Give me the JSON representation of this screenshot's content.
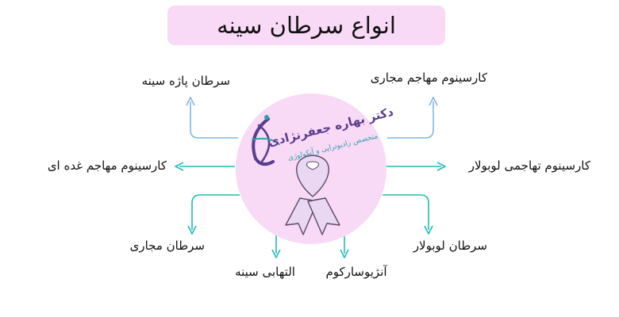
{
  "title": "انواع سرطان سینه",
  "center": {
    "logo_name": "دکتر بهاره جعفرنژادی",
    "logo_subtitle": "متخصص رادیوتراپی و آنکولوژی"
  },
  "types": [
    {
      "id": "paget",
      "label": "سرطان پاژه سینه"
    },
    {
      "id": "invasive-ductal-carcinoma",
      "label": "کارسینوم مهاجم مجاری"
    },
    {
      "id": "invasive-lobular-carcinoma",
      "label": "کارسینوم مهاجم غده ای"
    },
    {
      "id": "invasive-lobular",
      "label": "کارسینوم تهاجمی لوبولار"
    },
    {
      "id": "ductal-cancer",
      "label": "سرطان مجاری"
    },
    {
      "id": "lobular-cancer",
      "label": "سرطان لوبولار"
    },
    {
      "id": "inflammatory",
      "label": "التهابی سینه"
    },
    {
      "id": "angiosarcoma",
      "label": "آنژیوسارکوم"
    }
  ],
  "colors": {
    "title_bg": "#f8d9f6",
    "circle_fill": "#f8d9f6",
    "arrow_teal": "#1fbcb6",
    "arrow_blue": "#7fb8e6",
    "ribbon_fill": "#ead7f2",
    "ribbon_stroke": "#5a4a6a",
    "logo_purple": "#5a3e8f",
    "logo_accent": "#2ea5a8"
  }
}
